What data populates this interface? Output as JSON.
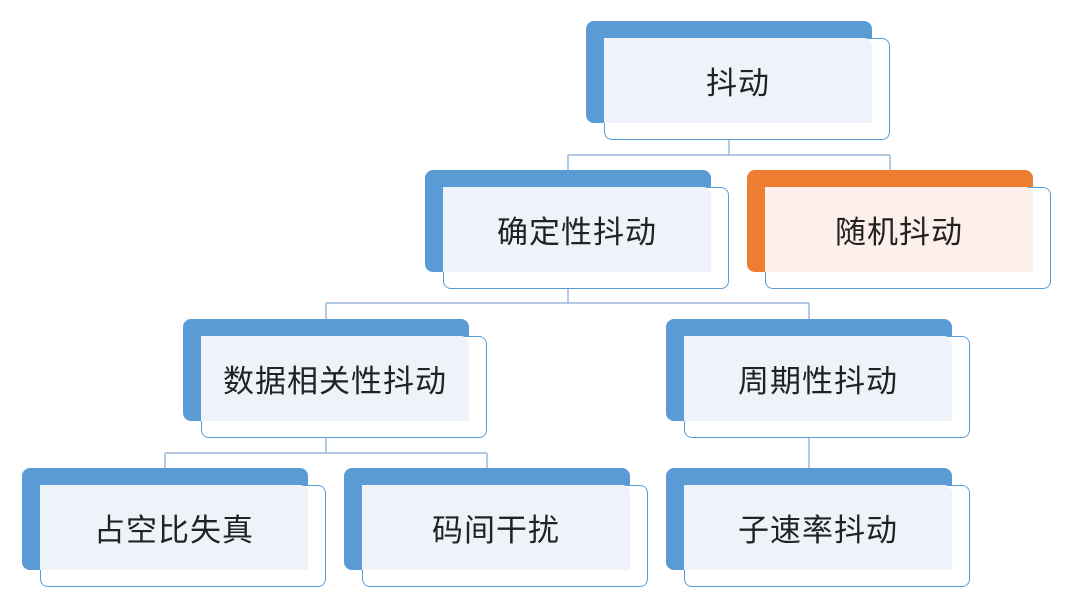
{
  "nodes": {
    "root": "抖动",
    "deterministic": "确定性抖动",
    "random": "随机抖动",
    "data_dependent": "数据相关性抖动",
    "periodic": "周期性抖动",
    "duty_cycle": "占空比失真",
    "isi": "码间干扰",
    "sub_rate": "子速率抖动"
  },
  "colors": {
    "blue_accent": "#5b9bd5",
    "orange_accent": "#ed7d31",
    "box_fill_blue": "#eef3fa",
    "box_fill_orange": "#fdf0ea",
    "connector": "#9ab8d8"
  }
}
